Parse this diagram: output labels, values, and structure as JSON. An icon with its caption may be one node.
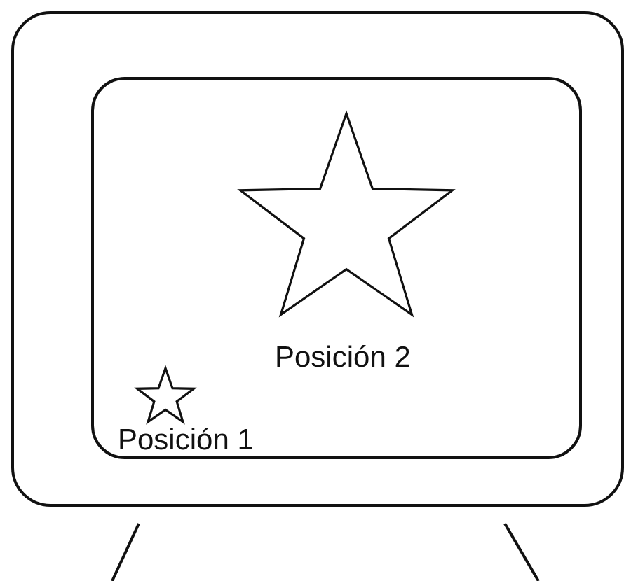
{
  "diagram": {
    "nodes": [
      {
        "text": [],
        "shape": "box"
      },
      {
        "text": [],
        "shape": "box",
        "in": 0
      },
      {
        "text": [],
        "shape": "star",
        "in": 1,
        "beside": [
          "Posición 2"
        ]
      },
      {
        "text": [],
        "shape": "star",
        "in": 1,
        "beside": [
          "Posición 1"
        ]
      }
    ]
  }
}
